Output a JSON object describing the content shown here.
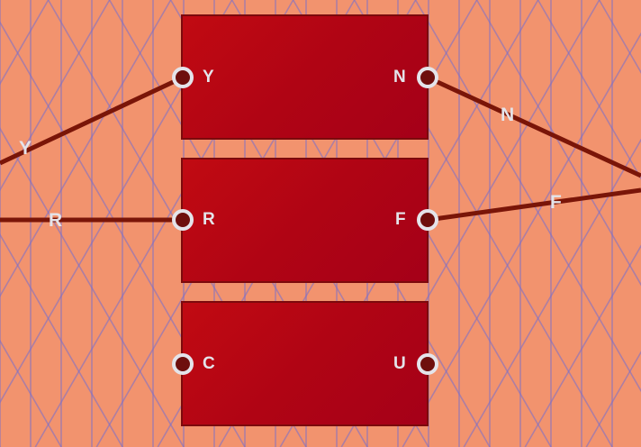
{
  "colors": {
    "background": "#f2936e",
    "grid_line": "#7d6fc8",
    "node_fill": "#b00414",
    "node_border": "#7c0a0c",
    "edge": "#7a1508",
    "port_ring": "#e4e4ea",
    "port_fill": "#6e0f0d",
    "label": "#e4e4ea"
  },
  "nodes": [
    {
      "left_port": "Y",
      "right_port": "N"
    },
    {
      "left_port": "R",
      "right_port": "F"
    },
    {
      "left_port": "C",
      "right_port": "U"
    }
  ],
  "edges": [
    {
      "label": "Y"
    },
    {
      "label": "R"
    },
    {
      "label": "N"
    },
    {
      "label": "F"
    }
  ]
}
